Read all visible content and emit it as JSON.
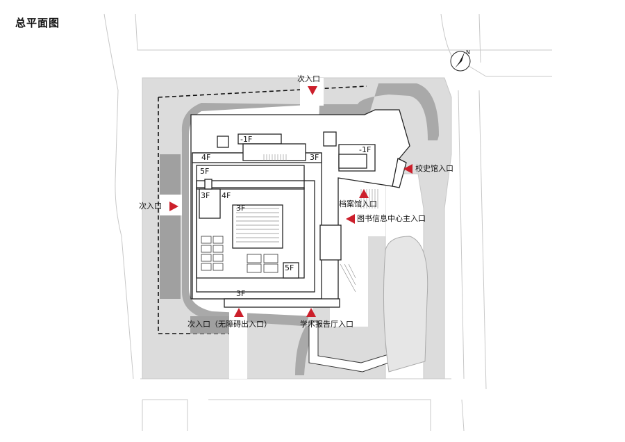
{
  "title": "总平面图",
  "entrances": {
    "north": "次入口",
    "west": "次入口",
    "south_accessible": "次入口（无障碍出入口）",
    "lecture_hall": "学术报告厅入口",
    "archive": "档案馆入口",
    "library_main": "图书信息中心主入口",
    "history": "校史馆入口"
  },
  "floors": {
    "f_b1_a": "-1F",
    "f_b1_b": "-1F",
    "f_4_a": "4F",
    "f_3_a": "3F",
    "f_5_a": "5F",
    "f_3_b": "3F",
    "f_4_b": "4F",
    "f_3_c": "3F",
    "f_5_b": "5F",
    "f_3_d": "3F"
  },
  "colors": {
    "entrance_arrow": "#cc1f2b",
    "green_area": "#d7d7d7",
    "path_gray": "#a9a9a9",
    "line": "#222222"
  },
  "icons": [
    "north-arrow-icon"
  ]
}
